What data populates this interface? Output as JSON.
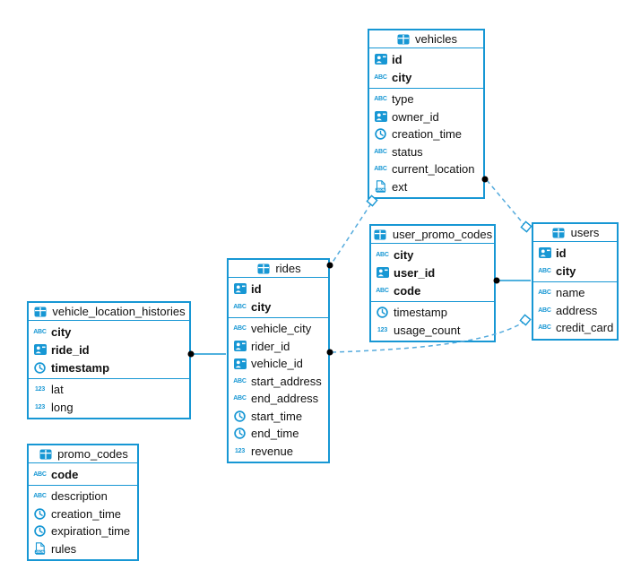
{
  "diagram": {
    "title": "database-schema-diagram",
    "colors": {
      "accent": "#1797d4",
      "relation_dashed": "#55abdd",
      "relation_solid": "#1797d4",
      "marker_dot": "#000000",
      "table_background": "#ffffff",
      "text": "#111111"
    },
    "icons": {
      "text-icon": "ABC",
      "number-icon": "123",
      "json-icon": "JSON"
    },
    "tables": [
      {
        "name": "vehicles",
        "icon": "table-icon",
        "key_fields": [
          {
            "label": "id",
            "icon": "id-icon"
          },
          {
            "label": "city",
            "icon": "text-icon"
          }
        ],
        "fields": [
          {
            "label": "type",
            "icon": "text-icon"
          },
          {
            "label": "owner_id",
            "icon": "id-icon"
          },
          {
            "label": "creation_time",
            "icon": "time-icon"
          },
          {
            "label": "status",
            "icon": "text-icon"
          },
          {
            "label": "current_location",
            "icon": "text-icon"
          },
          {
            "label": "ext",
            "icon": "json-icon"
          }
        ]
      },
      {
        "name": "user_promo_codes",
        "icon": "table-icon",
        "key_fields": [
          {
            "label": "city",
            "icon": "text-icon"
          },
          {
            "label": "user_id",
            "icon": "id-icon"
          },
          {
            "label": "code",
            "icon": "text-icon"
          }
        ],
        "fields": [
          {
            "label": "timestamp",
            "icon": "time-icon"
          },
          {
            "label": "usage_count",
            "icon": "number-icon"
          }
        ]
      },
      {
        "name": "users",
        "icon": "table-icon",
        "key_fields": [
          {
            "label": "id",
            "icon": "id-icon"
          },
          {
            "label": "city",
            "icon": "text-icon"
          }
        ],
        "fields": [
          {
            "label": "name",
            "icon": "text-icon"
          },
          {
            "label": "address",
            "icon": "text-icon"
          },
          {
            "label": "credit_card",
            "icon": "text-icon"
          }
        ]
      },
      {
        "name": "rides",
        "icon": "table-icon",
        "key_fields": [
          {
            "label": "id",
            "icon": "id-icon"
          },
          {
            "label": "city",
            "icon": "text-icon"
          }
        ],
        "fields": [
          {
            "label": "vehicle_city",
            "icon": "text-icon"
          },
          {
            "label": "rider_id",
            "icon": "id-icon"
          },
          {
            "label": "vehicle_id",
            "icon": "id-icon"
          },
          {
            "label": "start_address",
            "icon": "text-icon"
          },
          {
            "label": "end_address",
            "icon": "text-icon"
          },
          {
            "label": "start_time",
            "icon": "time-icon"
          },
          {
            "label": "end_time",
            "icon": "time-icon"
          },
          {
            "label": "revenue",
            "icon": "number-icon"
          }
        ]
      },
      {
        "name": "vehicle_location_histories",
        "icon": "table-icon",
        "key_fields": [
          {
            "label": "city",
            "icon": "text-icon"
          },
          {
            "label": "ride_id",
            "icon": "id-icon"
          },
          {
            "label": "timestamp",
            "icon": "time-icon"
          }
        ],
        "fields": [
          {
            "label": "lat",
            "icon": "number-icon"
          },
          {
            "label": "long",
            "icon": "number-icon"
          }
        ]
      },
      {
        "name": "promo_codes",
        "icon": "table-icon",
        "key_fields": [
          {
            "label": "code",
            "icon": "text-icon"
          }
        ],
        "fields": [
          {
            "label": "description",
            "icon": "text-icon"
          },
          {
            "label": "creation_time",
            "icon": "time-icon"
          },
          {
            "label": "expiration_time",
            "icon": "time-icon"
          },
          {
            "label": "rules",
            "icon": "json-icon"
          }
        ]
      }
    ],
    "relations": [
      {
        "from": "vehicles",
        "to": "rides",
        "style": "dashed"
      },
      {
        "from": "vehicles",
        "to": "users",
        "style": "dashed"
      },
      {
        "from": "rides",
        "to": "users",
        "style": "dashed"
      },
      {
        "from": "user_promo_codes",
        "to": "users",
        "style": "solid"
      },
      {
        "from": "vehicle_location_histories",
        "to": "rides",
        "style": "solid"
      }
    ]
  }
}
